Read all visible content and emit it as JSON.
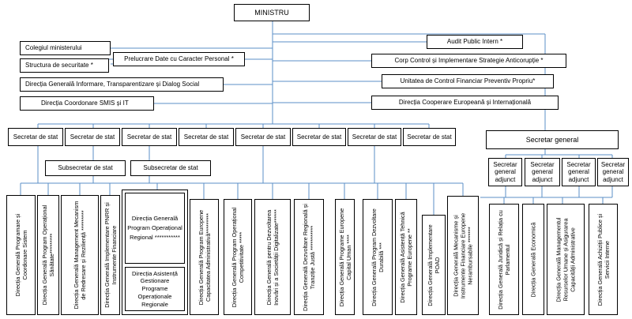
{
  "ministru": "MINISTRU",
  "left_units": [
    "Colegiul ministerului",
    "Structura de securitate *",
    "Prelucrare Date cu Caracter Personal *",
    "Direcția Generală Informare, Transparentizare și Dialog Social",
    "Direcția Coordonare SMIS și IT"
  ],
  "right_units": [
    "Audit Public Intern *",
    "Corp Control și Implementare Strategie Anticorupție *",
    "Unitatea de Control Financiar Preventiv Propriu*",
    "Direcția Cooperare Europeană și Internațională"
  ],
  "secretari_de_stat": [
    "Secretar de stat",
    "Secretar de stat",
    "Secretar de stat",
    "Secretar de stat",
    "Secretar de stat",
    "Secretar de stat",
    "Secretar de stat",
    "Secretar de stat"
  ],
  "subsecretari": [
    "Subsecretar de stat",
    "Subsecretar de stat"
  ],
  "secretar_general": "Secretar general",
  "secretar_general_adjunct": [
    "Secretar general adjunct",
    "Secretar general adjunct",
    "Secretar general adjunct",
    "Secretar general adjunct"
  ],
  "directii": [
    "Direcția Generală Programare și Coordonare Sistem",
    "Direcția Generală Program Operațional Sănătate*********",
    "Direcția Generală Management Mecanism de Redresare și Reziliență *********",
    "Direcția Generală Implementare PNRR și Instrumente Financiare",
    "Direcția Generală Program Europene Capacitatea Administrativă*********",
    "Direcția Generală Program Operațional Competitivitate *****",
    "Direcția Generală pentru Dezvoltarea Inovări și a Societății Digitalizate******",
    "Direcția Generală Dezvoltare Regională și Tranziție Justă ***********",
    "Direcția Generală Programe Europene Capital Uman ****",
    "Direcția Generală Program Dezvoltare Durabilă ***",
    "Direcția Generală Asistență Tehnică Programe Europene **",
    "Direcția Generală Implementare POAD",
    "Direcția Generală Mecanisme și Instrumente Financiare Europene Nerambursabile *******"
  ],
  "combo": {
    "top": "Direcția Generală Program Operațional Regional ***********",
    "bottom": "Direcția Asistență Gestionare Programe Operaționale Regionale"
  },
  "directii_sg": [
    "Direcția Generală Juridică și Relația cu Parlamentul",
    "Direcția Generală Economică",
    "Direcția Generală Managementul Resurselor Umane și Asigurarea Capacității Administrative",
    "Direcția Generală Achiziții Publice și Servicii Interne"
  ],
  "colors": {
    "line": "#5b8fc7",
    "border": "#000000"
  }
}
